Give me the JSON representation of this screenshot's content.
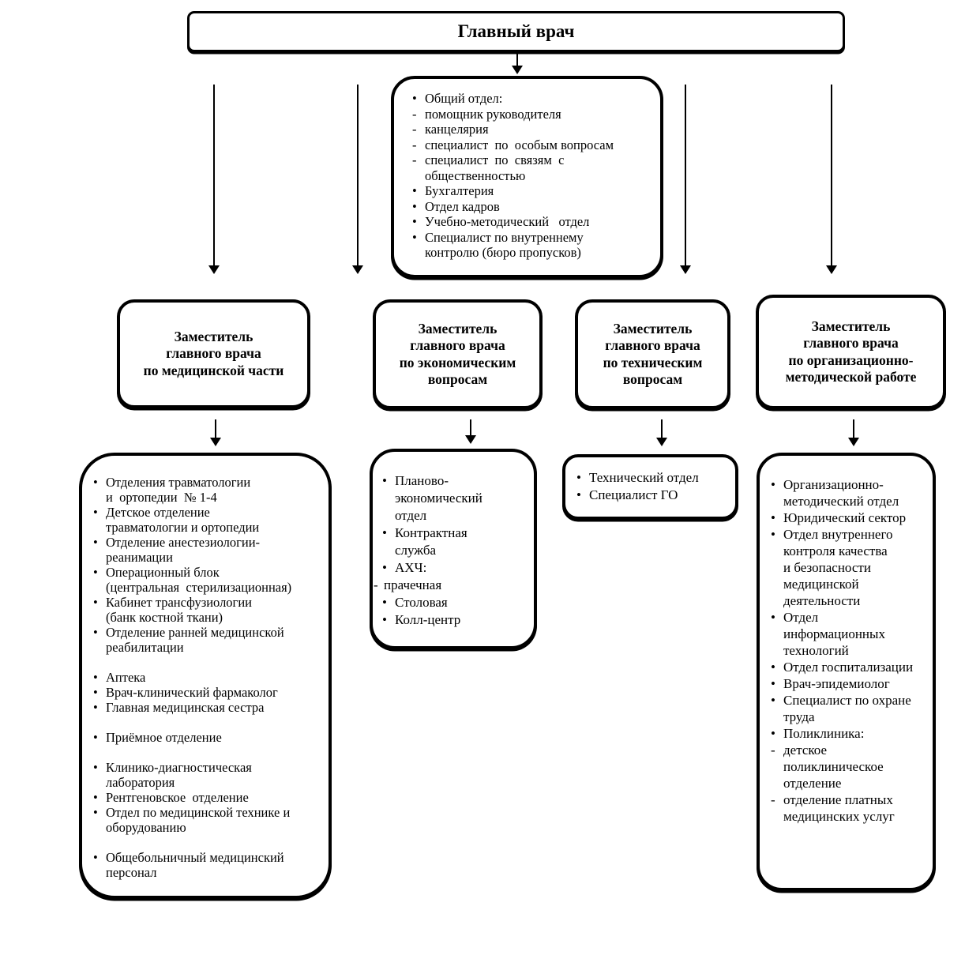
{
  "chief": {
    "title": "Главный врач"
  },
  "general_department": {
    "items": [
      {
        "m": "•",
        "t": "Общий отдел:"
      },
      {
        "m": "-",
        "t": "помощник руководителя"
      },
      {
        "m": "-",
        "t": "канцелярия"
      },
      {
        "m": "-",
        "t": "специалист  по  особым вопросам"
      },
      {
        "m": "-",
        "t": "специалист  по  связям  с\nобщественностью"
      },
      {
        "m": "•",
        "t": "Бухгалтерия"
      },
      {
        "m": "•",
        "t": "Отдел кадров"
      },
      {
        "m": "•",
        "t": "Учебно-методический   отдел"
      },
      {
        "m": "•",
        "t": "Специалист по внутреннему\nконтролю (бюро пропусков)"
      }
    ]
  },
  "deputies": [
    {
      "title": "Заместитель\nглавного врача\nпо медицинской части"
    },
    {
      "title": "Заместитель\nглавного врача\nпо экономическим\nвопросам"
    },
    {
      "title": "Заместитель\nглавного врача\nпо техническим\nвопросам"
    },
    {
      "title": "Заместитель\nглавного врача\nпо организационно-\nметодической работе"
    }
  ],
  "units": {
    "medical": {
      "items": [
        {
          "m": "•",
          "t": "Отделения травматологии\nи  ортопедии  № 1-4"
        },
        {
          "m": "•",
          "t": "Детское отделение\nтравматологии и ортопедии"
        },
        {
          "m": "•",
          "t": "Отделение анестезиологии-\nреанимации"
        },
        {
          "m": "•",
          "t": "Операционный блок\n(центральная  стерилизационная)"
        },
        {
          "m": "•",
          "t": "Кабинет трансфузиологии\n(банк костной ткани)"
        },
        {
          "m": "•",
          "t": "Отделение ранней медицинской\nреабилитации"
        },
        {
          "m": "•",
          "t": "Аптека",
          "gap": true
        },
        {
          "m": "•",
          "t": "Врач-клинический фармаколог"
        },
        {
          "m": "•",
          "t": "Главная медицинская сестра"
        },
        {
          "m": "•",
          "t": "Приёмное отделение",
          "gap": true
        },
        {
          "m": "•",
          "t": "Клинико-диагностическая\nлаборатория",
          "gap": true
        },
        {
          "m": "•",
          "t": "Рентгеновское  отделение"
        },
        {
          "m": "•",
          "t": "Отдел по медицинской технике и\nоборудованию"
        },
        {
          "m": "•",
          "t": "Общебольничный медицинский\nперсонал",
          "gap": true
        }
      ]
    },
    "economic": {
      "items": [
        {
          "m": "•",
          "t": "Планово-\nэкономический\nотдел"
        },
        {
          "m": "•",
          "t": "Контрактная\nслужба"
        },
        {
          "m": "•",
          "t": "АХЧ:"
        },
        {
          "m": "-",
          "t": "прачечная",
          "outdent": true
        },
        {
          "m": "•",
          "t": "Столовая"
        },
        {
          "m": "•",
          "t": "Колл-центр"
        }
      ]
    },
    "technical": {
      "items": [
        {
          "m": "•",
          "t": "Технический отдел"
        },
        {
          "m": "•",
          "t": "Специалист ГО"
        }
      ]
    },
    "org_method": {
      "items": [
        {
          "m": "•",
          "t": "Организационно-\nметодический отдел"
        },
        {
          "m": "•",
          "t": "Юридический сектор"
        },
        {
          "m": "•",
          "t": "Отдел внутреннего\nконтроля качества\nи безопасности\nмедицинской\nдеятельности"
        },
        {
          "m": "•",
          "t": "Отдел\nинформационных\nтехнологий"
        },
        {
          "m": "•",
          "t": "Отдел госпитализации"
        },
        {
          "m": "•",
          "t": "Врач-эпидемиолог"
        },
        {
          "m": "•",
          "t": "Специалист по охране\nтруда"
        },
        {
          "m": "•",
          "t": "Поликлиника:"
        },
        {
          "m": "-",
          "t": "детское\nполиклиническое\nотделение"
        },
        {
          "m": "-",
          "t": "отделение платных\nмедицинских услуг"
        }
      ]
    }
  }
}
